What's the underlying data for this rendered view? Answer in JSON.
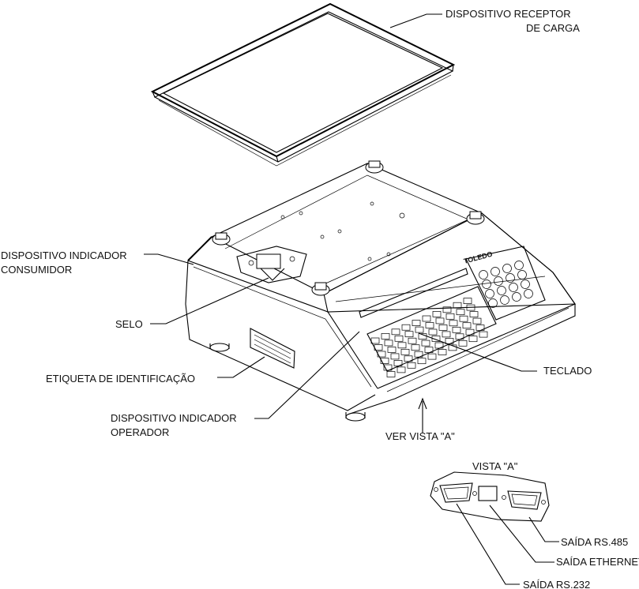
{
  "labels": {
    "receptor_line1": "DISPOSITIVO RECEPTOR",
    "receptor_line2": "DE CARGA",
    "consumidor_line1": "DISPOSITIVO INDICADOR",
    "consumidor_line2": "CONSUMIDOR",
    "selo": "SELO",
    "etiqueta": "ETIQUETA DE IDENTIFICAÇÃO",
    "operador_line1": "DISPOSITIVO INDICADOR",
    "operador_line2": "OPERADOR",
    "teclado": "TECLADO",
    "ver_vista": "VER VISTA \"A\"",
    "vista_a": "VISTA \"A\"",
    "rs485": "SAÍDA RS.485",
    "ethernet": "SAÍDA ETHERNET",
    "rs232": "SAÍDA RS.232",
    "brand": "TOLEDO"
  }
}
